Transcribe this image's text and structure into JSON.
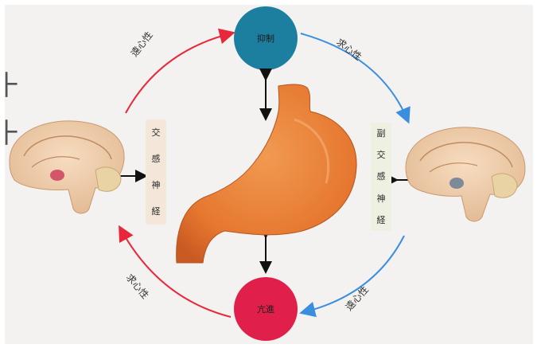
{
  "diagram": {
    "top_circle": {
      "label": "抑制",
      "color": "#1d7fa0"
    },
    "bottom_circle": {
      "label": "亢進",
      "color": "#e0204a"
    },
    "left_nerve": {
      "chars": [
        "交",
        "感",
        "神",
        "経"
      ]
    },
    "right_nerve": {
      "chars": [
        "副",
        "交",
        "感",
        "神",
        "経"
      ]
    },
    "arc_labels": {
      "top_left": "遠心性",
      "top_right": "求心性",
      "bottom_left": "求心性",
      "bottom_right": "遠心性"
    },
    "colors": {
      "red_arrow": "#e8283a",
      "blue_arrow": "#3a8ee0",
      "stomach": "#e8793a"
    }
  }
}
